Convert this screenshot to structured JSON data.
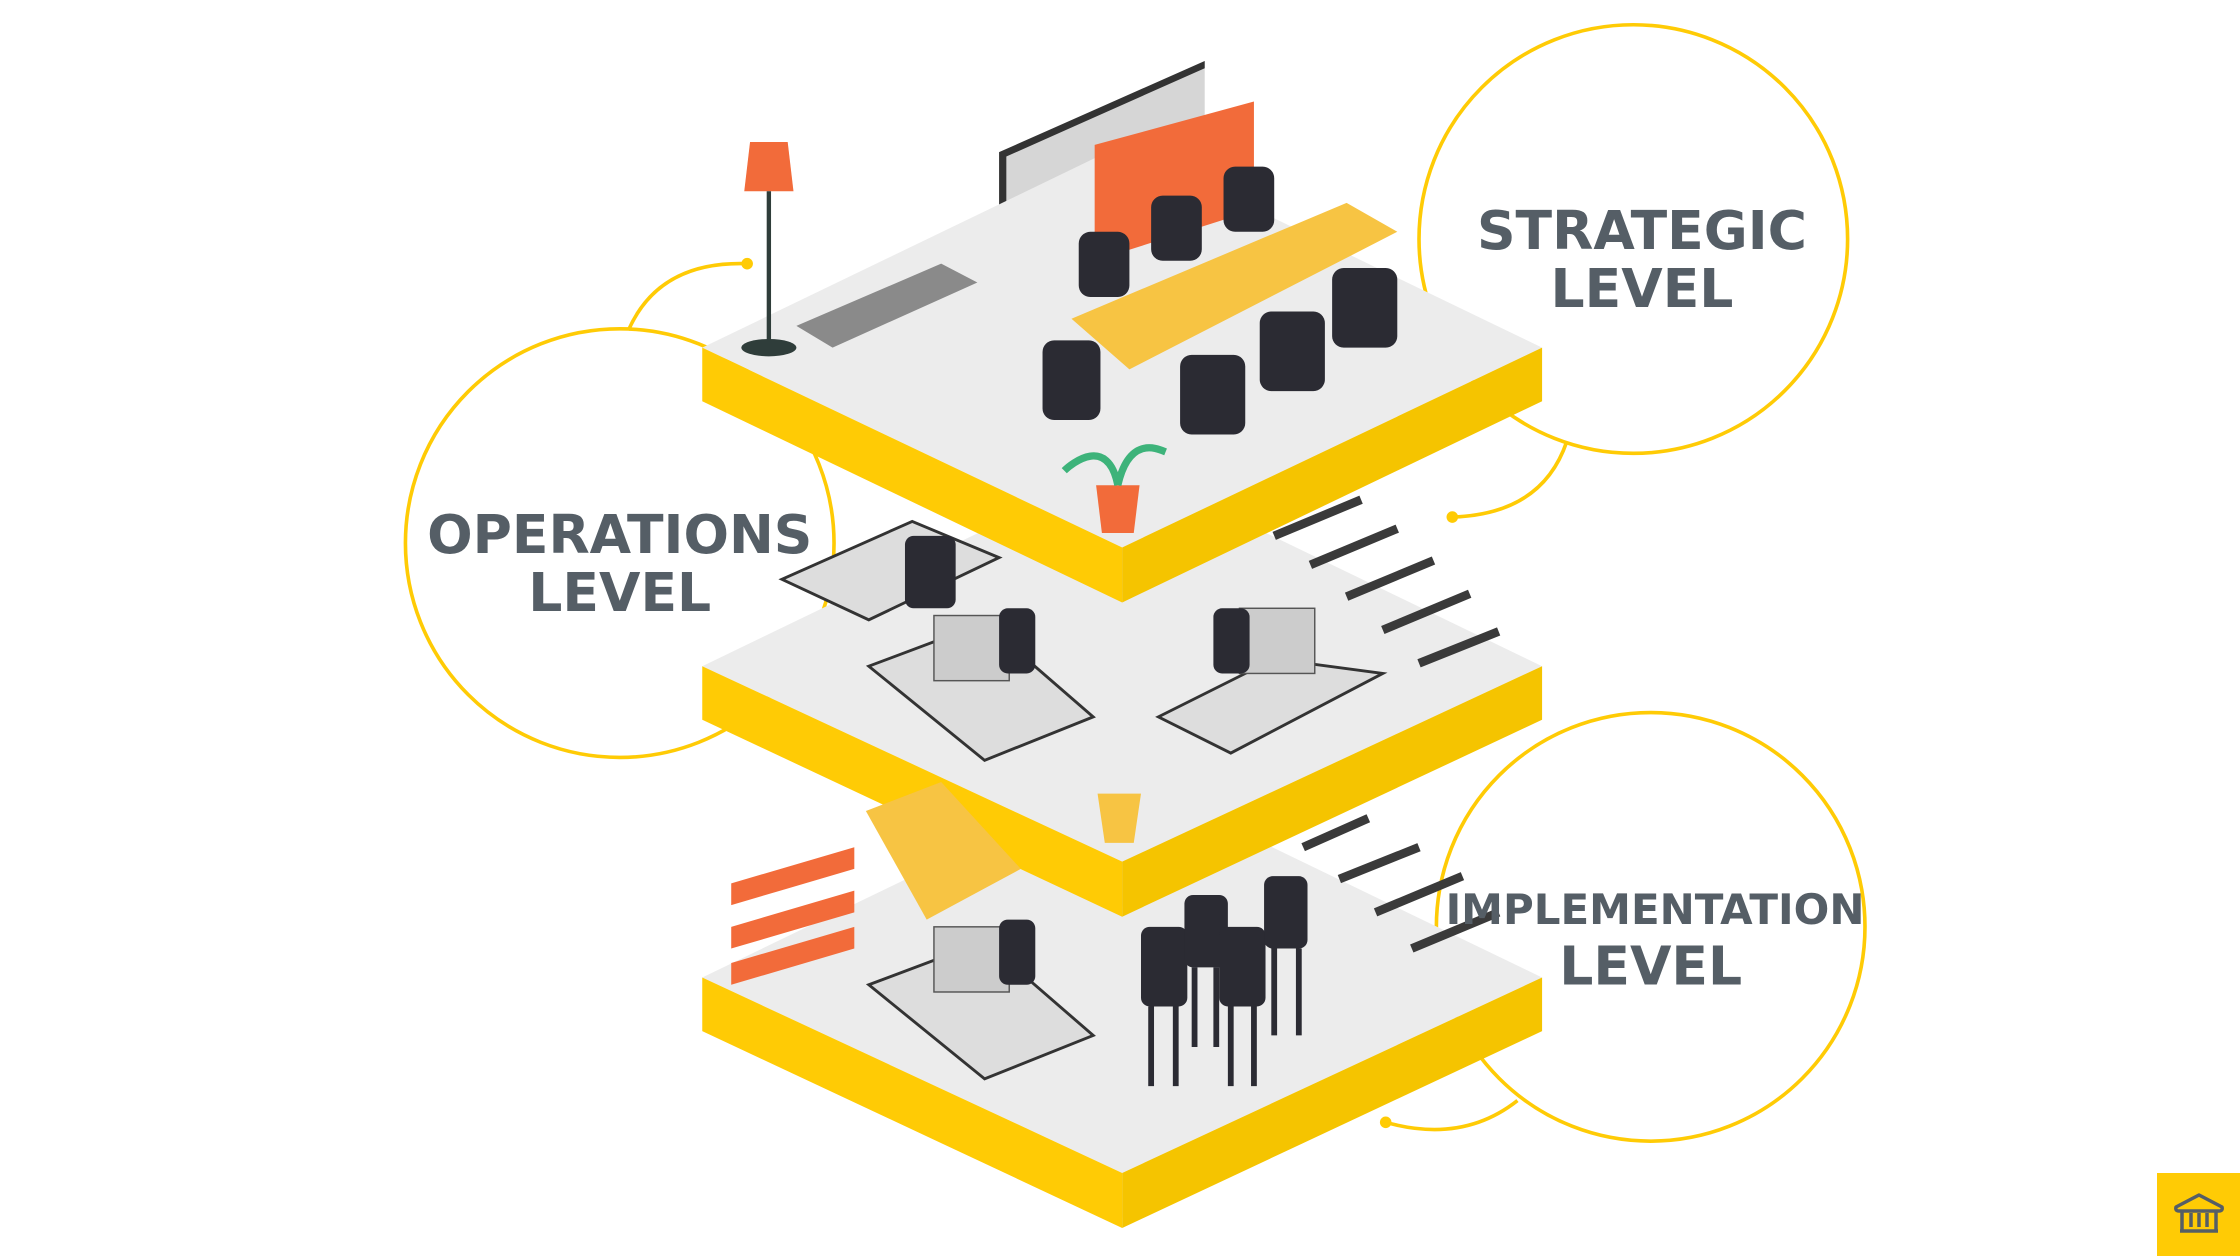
{
  "levels": [
    {
      "id": "strategic",
      "line1": "STRATEGIC",
      "line2": "LEVEL"
    },
    {
      "id": "operations",
      "line1": "OPERATIONS",
      "line2": "LEVEL"
    },
    {
      "id": "implementation",
      "line1": "IMPLEMENTATION",
      "line2": "LEVEL"
    }
  ],
  "colors": {
    "accent": "#FFCB05",
    "text": "#555e66",
    "floor": "#ececec",
    "dark": "#3a3a3a",
    "orange": "#f26b3a"
  },
  "home_button": {
    "icon": "bank-icon"
  }
}
